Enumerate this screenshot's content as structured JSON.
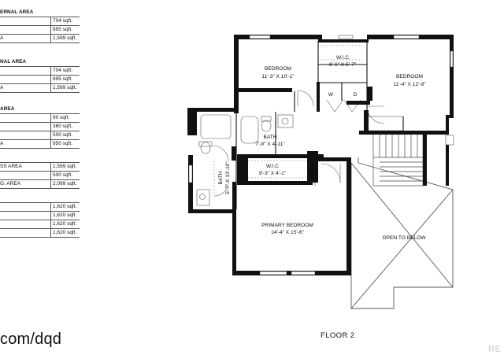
{
  "area_tables": [
    {
      "header": "ERNAL AREA",
      "rows": [
        {
          "label": "",
          "value": "704 sqft."
        },
        {
          "label": "",
          "value": "895 sqft."
        },
        {
          "label": "A",
          "value": "1,599 sqft."
        }
      ]
    },
    {
      "header": "NAL AREA",
      "rows": [
        {
          "label": "",
          "value": "704 sqft."
        },
        {
          "label": "",
          "value": "895 sqft."
        },
        {
          "label": "A",
          "value": "1,599 sqft."
        }
      ]
    },
    {
      "header": "AREA",
      "rows": [
        {
          "label": "",
          "value": "90 sqft."
        },
        {
          "label": "",
          "value": "360 sqft."
        },
        {
          "label": "",
          "value": "500 sqft."
        },
        {
          "label": "A",
          "value": "950 sqft."
        }
      ]
    },
    {
      "header": "",
      "rows": [
        {
          "label": "SS AREA",
          "value": "1,599 sqft."
        },
        {
          "label": "",
          "value": "500 sqft."
        },
        {
          "label": "G. AREA",
          "value": "2,099 sqft."
        }
      ]
    },
    {
      "header": "",
      "rows": [
        {
          "label": "",
          "value": "1,620 sqft."
        },
        {
          "label": "",
          "value": "1,620 sqft."
        },
        {
          "label": "",
          "value": "1,620 sqft."
        },
        {
          "label": "",
          "value": "1,620 sqft."
        }
      ]
    }
  ],
  "url_text": "com/dqd",
  "floor_label": "FLOOR 2",
  "watermark": "RE",
  "rooms": {
    "bedroom_left": {
      "name": "BEDROOM",
      "dims": "11'-3\" X 10'-1\""
    },
    "wic_top": {
      "name": "W.I.C",
      "dims": "6'-1\" X 5'-7\""
    },
    "bedroom_right": {
      "name": "BEDROOM",
      "dims": "11'-4\" X 12'-9\""
    },
    "washer": {
      "name": "W"
    },
    "dryer": {
      "name": "D"
    },
    "bath_mid": {
      "name": "BATH",
      "dims": "7'-9\" X 4'-11\""
    },
    "wic_primary": {
      "name": "W.I.C",
      "dims": "9'-3\" X 4'-1\""
    },
    "bath_primary": {
      "name": "BATH",
      "dims": "5'-7\" X 13'-10\""
    },
    "primary_bedroom": {
      "name": "PRIMARY BEDROOM",
      "dims": "14'-4\" X 15'-6\""
    },
    "open_to_below": {
      "name": "OPEN TO BELOW"
    }
  }
}
